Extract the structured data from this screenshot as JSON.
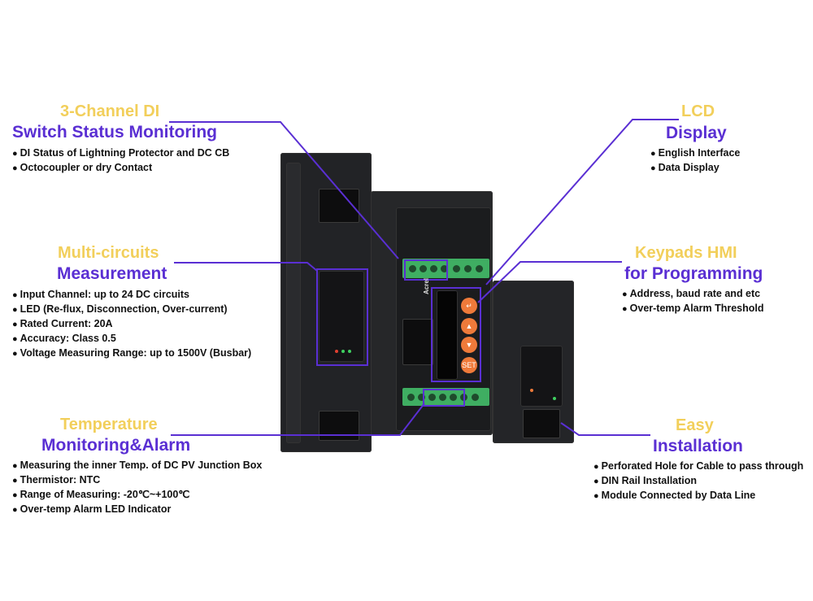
{
  "callouts": {
    "di": {
      "title1": "3-Channel DI",
      "title2": "Switch Status Monitoring",
      "bullets": [
        "DI Status of Lightning Protector and DC CB",
        "Octocoupler or dry Contact"
      ]
    },
    "measurement": {
      "title1": "Multi-circuits",
      "title2": "Measurement",
      "bullets": [
        "Input Channel: up to 24 DC circuits",
        "LED (Re-flux, Disconnection, Over-current)",
        "Rated Current: 20A",
        "Accuracy: Class 0.5",
        "Voltage Measuring Range: up to 1500V (Busbar)"
      ]
    },
    "temperature": {
      "title1": "Temperature",
      "title2": "Monitoring&Alarm",
      "bullets": [
        "Measuring the inner Temp. of DC PV Junction Box",
        "Thermistor: NTC",
        "Range of Measuring: -20℃~+100℃",
        "Over-temp Alarm LED Indicator"
      ]
    },
    "lcd": {
      "title1": "LCD",
      "title2": "Display",
      "bullets": [
        "English Interface",
        "Data Display"
      ]
    },
    "keypads": {
      "title1": "Keypads HMI",
      "title2": "for Programming",
      "bullets": [
        "Address, baud rate and etc",
        "Over-temp Alarm Threshold"
      ]
    },
    "installation": {
      "title1": "Easy",
      "title2": "Installation",
      "bullets": [
        "Perforated Hole for Cable to pass through",
        "DIN Rail Installation",
        "Module Connected by Data Line"
      ]
    }
  },
  "device": {
    "brand": "Acrel"
  },
  "colors": {
    "title_yellow": "#f2cf5b",
    "title_purple": "#5a2fd3",
    "line": "#5a2fd3",
    "key_orange": "#ee7a3a",
    "terminal_green": "#3fae62"
  }
}
